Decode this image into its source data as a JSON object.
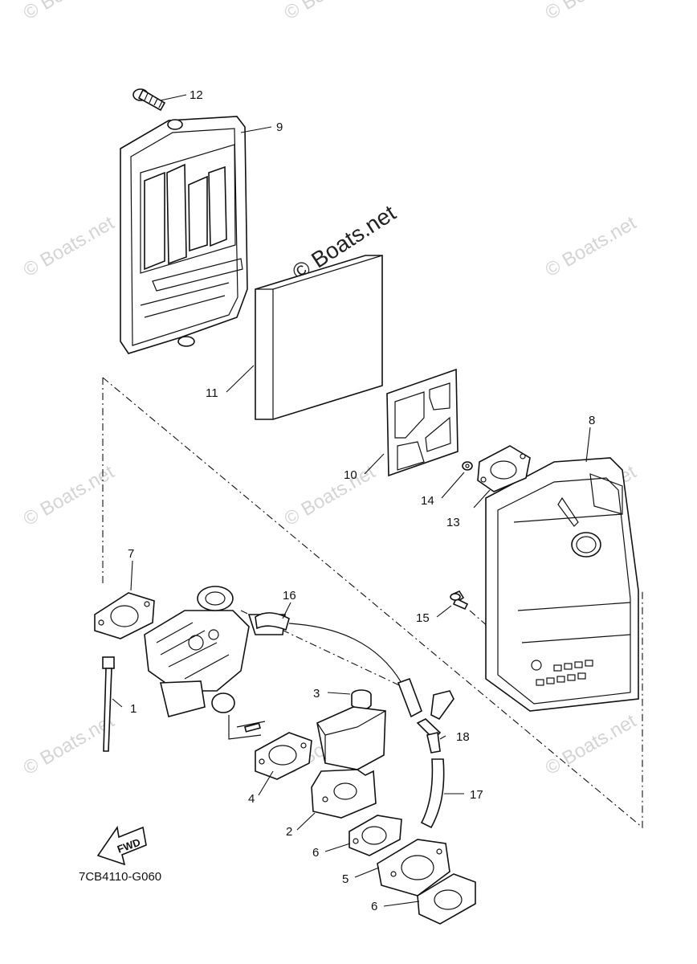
{
  "watermark": {
    "text": "© Boats.net",
    "center_text": "© Boats.net"
  },
  "diagram_code": "7CB4110-G060",
  "fwd_label": "FWD",
  "callouts": {
    "c1": "1",
    "c2": "2",
    "c3": "3",
    "c4": "4",
    "c5": "5",
    "c6a": "6",
    "c6b": "6",
    "c7": "7",
    "c8": "8",
    "c9": "9",
    "c10": "10",
    "c11": "11",
    "c12": "12",
    "c13": "13",
    "c14": "14",
    "c15": "15",
    "c16": "16",
    "c17": "17",
    "c18": "18"
  }
}
